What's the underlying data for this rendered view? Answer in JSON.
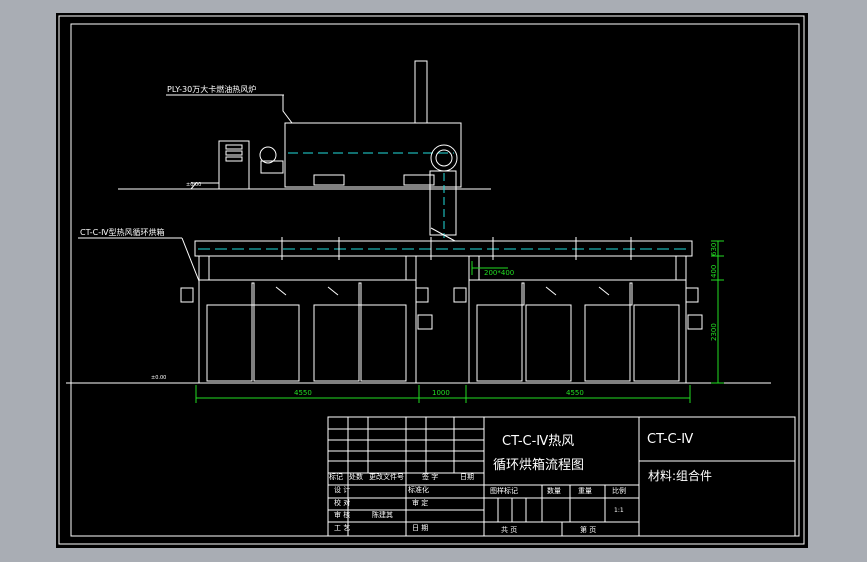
{
  "labels": {
    "furnace_label": "PLY-30万大卡燃油热风炉",
    "oven_label": "CT-C-Ⅳ型热风循环烘箱",
    "ground_left": "±0.00",
    "ground_mid": "±0.00"
  },
  "dimensions": {
    "duct": "200*400",
    "width_left": "4550",
    "width_gap": "1000",
    "width_right": "4550",
    "height_top": "630",
    "height_mid": "400",
    "height_body": "2300"
  },
  "title_block": {
    "title_line1": "CT-C-Ⅳ热风",
    "title_line2": "循环烘箱流程图",
    "drawing_no": "CT-C-Ⅳ",
    "material": "材料:组合件",
    "rev_headers": [
      "标记",
      "处数",
      "更改文件号",
      "签 字",
      "日期"
    ],
    "row_design": "设 计",
    "row_standard": "标准化",
    "row_check": "校 对",
    "row_review": "审 定",
    "row_audit": "审 核",
    "row_auditor": "陈建其",
    "row_process": "工 艺",
    "row_date": "日 期",
    "info_headers": [
      "图样标记",
      "数量",
      "重量",
      "比例"
    ],
    "scale": "1:1",
    "sheets_total": "共 页",
    "sheet_no": "第 页"
  }
}
